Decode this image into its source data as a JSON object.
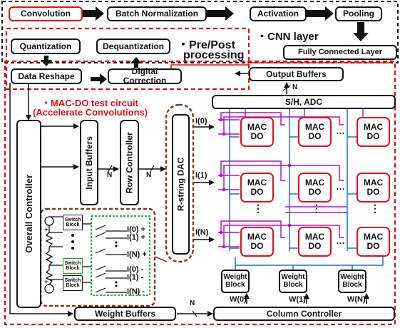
{
  "pipeline": {
    "convolution": "Convolution",
    "batch_norm": "Batch Normalization",
    "activation": "Activation",
    "pooling": "Pooling",
    "fully_connected": "Fully Connected Layer",
    "cnn_layer": "・CNN layer"
  },
  "prepost": {
    "quantization": "Quantization",
    "dequantization": "Dequantization",
    "data_reshape": "Data Reshape",
    "digital_correction": "Digital Correction",
    "label_line1": "・Pre/Post",
    "label_line2": "processing"
  },
  "macdo": {
    "title_line1": "・MAC-DO test circuit",
    "title_line2": "(Accelerate Convolutions)",
    "output_buffers": "Output Buffers",
    "sh_adc": "S/H, ADC",
    "overall_controller": "Overall Controller",
    "input_buffers": "Input Buffers",
    "row_controller": "Row Controller",
    "rstring_dac": "R-string DAC",
    "mac_cell": "MAC DO",
    "weight_block": "Weight Block",
    "weight_buffers": "Weight Buffers",
    "column_controller": "Column Controller",
    "switch_block": "Switch Block",
    "bus_n": "N",
    "ellipsis": "…",
    "vdots": "⋮"
  },
  "row_inputs": [
    "I(0)",
    "I(1)",
    "I(N)"
  ],
  "column_weights": [
    "W(0)",
    "W(1)",
    "W(N)"
  ],
  "dac_outputs": [
    "I(0) +",
    "I(1) +",
    "I(N) +",
    "I(0) -",
    "I(1) -",
    "I(N) -"
  ],
  "colors": {
    "accent_red": "#e0101a",
    "brown": "#7a3b2e",
    "green": "#19a23a",
    "blue": "#1f6fd6",
    "purple": "#b012c8"
  }
}
